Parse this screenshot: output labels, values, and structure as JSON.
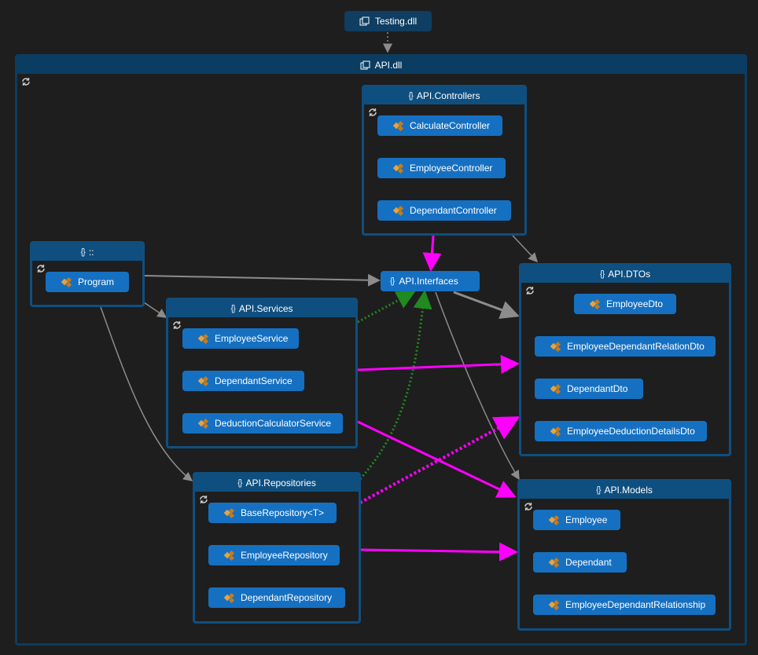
{
  "assemblies": {
    "testing": "Testing.dll",
    "api": "API.dll"
  },
  "namespaces": {
    "global": "::",
    "controllers": "API.Controllers",
    "services": "API.Services",
    "repositories": "API.Repositories",
    "dtos": "API.DTOs",
    "models": "API.Models",
    "interfaces": "API.Interfaces"
  },
  "nodes": {
    "program": "Program",
    "calculate_controller": "CalculateController",
    "employee_controller": "EmployeeController",
    "dependant_controller": "DependantController",
    "employee_service": "EmployeeService",
    "dependant_service": "DependantService",
    "deduction_calculator_service": "DeductionCalculatorService",
    "base_repository": "BaseRepository<T>",
    "employee_repository": "EmployeeRepository",
    "dependant_repository": "DependantRepository",
    "employee_dto": "EmployeeDto",
    "employee_dependant_relation_dto": "EmployeeDependantRelationDto",
    "dependant_dto": "DependantDto",
    "employee_deduction_details_dto": "EmployeeDeductionDetailsDto",
    "employee": "Employee",
    "dependant": "Dependant",
    "employee_dependant_relationship": "EmployeeDependantRelationship"
  },
  "colors": {
    "background": "#1e1e1e",
    "group_border": "#0f4f80",
    "node_fill": "#1570c1",
    "arrow_gray": "#8c8c8c",
    "arrow_magenta": "#ff00ff",
    "arrow_dotted_green": "#1f8a1f"
  },
  "icons": {
    "assembly": "assembly-icon",
    "namespace": "namespace-icon",
    "class": "class-icon",
    "refresh": "refresh-icon"
  }
}
